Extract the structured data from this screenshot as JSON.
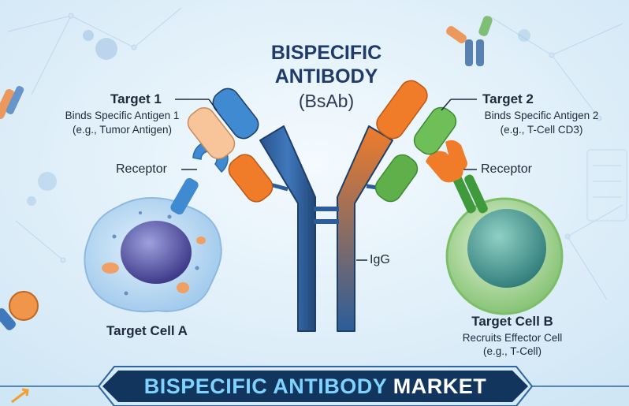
{
  "title_line1": "BISPECIFIC",
  "title_line2": "ANTIBODY",
  "title_abbrev": "(BsAb)",
  "left": {
    "target_title": "Target 1",
    "target_desc1": "Binds Specific Antigen 1",
    "target_desc2": "(e.g., Tumor Antigen)",
    "receptor_label": "Receptor",
    "cell_label": "Target Cell A"
  },
  "right": {
    "target_title": "Target 2",
    "target_desc1": "Binds Specific Antigen 2",
    "target_desc2": "(e.g., T-Cell CD3)",
    "receptor_label": "Receptor",
    "cell_label": "Target Cell B",
    "cell_desc1": "Recruits Effector Cell",
    "cell_desc2": "(e.g., T-Cell)"
  },
  "igg_label": "IgG",
  "banner": {
    "part1": "BISPECIFIC ANTIBODY",
    "part2": "MARKET"
  },
  "colors": {
    "background": "#e4f1fa",
    "antibody_blue": "#2b5d9a",
    "arm_orange": "#f07c2a",
    "arm_peach": "#f8c59a",
    "arm_green": "#5fb04a",
    "cell_a": "#b9d9f2",
    "cell_a_nucleus": "#5c5aa8",
    "cell_b": "#a5d49a",
    "cell_b_nucleus": "#3f8f8a",
    "banner_bg": "#12355e"
  }
}
